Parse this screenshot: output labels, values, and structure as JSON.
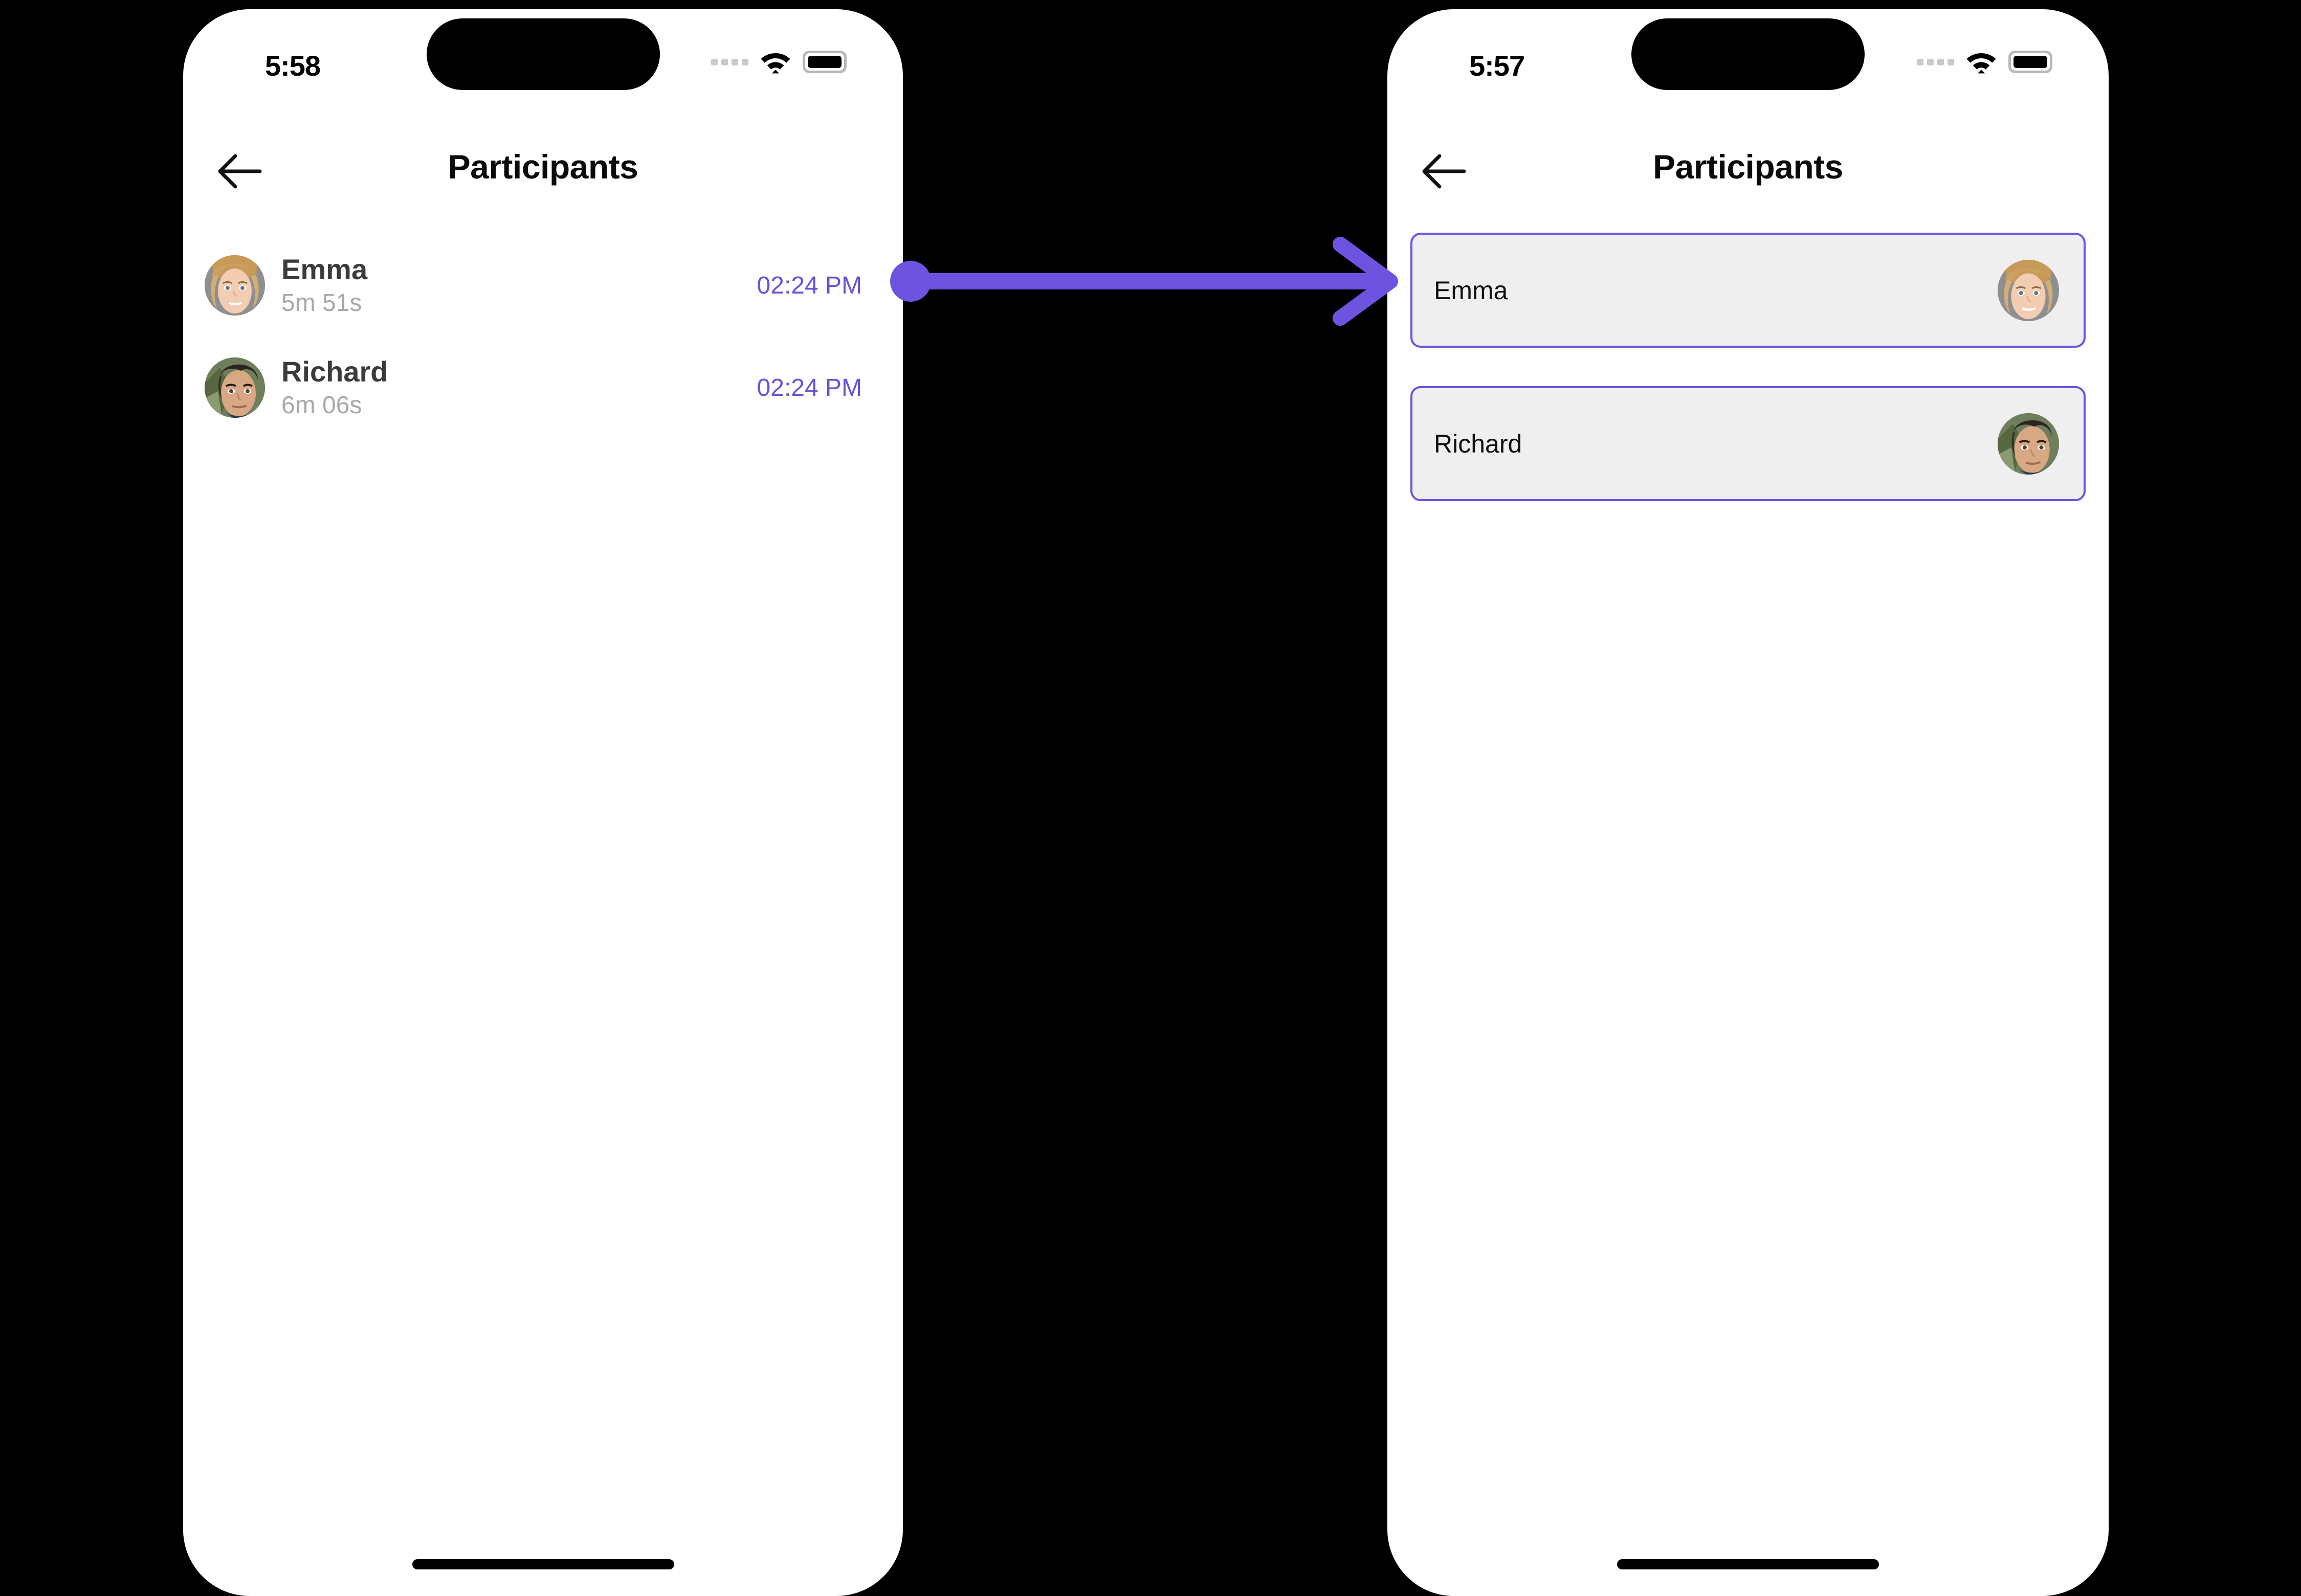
{
  "theme": {
    "accent": "#6652d9",
    "arrow_color": "#6d53e0",
    "card_bg": "#efefef",
    "page_bg": "#000000",
    "screen_bg": "#ffffff",
    "name_color": "#3b3b3b",
    "duration_color": "#a8a8a8"
  },
  "screens": [
    {
      "id": "before",
      "status_bar": {
        "time": "5:58",
        "cellular_icon": "cellular-dots-icon",
        "wifi_icon": "wifi-icon",
        "battery_icon": "battery-full-icon"
      },
      "nav": {
        "back_icon": "arrow-left-icon",
        "title": "Participants"
      },
      "participants": [
        {
          "name": "Emma",
          "duration": "5m 51s",
          "time": "02:24 PM",
          "avatar": "avatar-emma"
        },
        {
          "name": "Richard",
          "duration": "6m 06s",
          "time": "02:24 PM",
          "avatar": "avatar-richard"
        }
      ]
    },
    {
      "id": "after",
      "status_bar": {
        "time": "5:57",
        "cellular_icon": "cellular-dots-icon",
        "wifi_icon": "wifi-icon",
        "battery_icon": "battery-full-icon"
      },
      "nav": {
        "back_icon": "arrow-left-icon",
        "title": "Participants"
      },
      "participants": [
        {
          "name": "Emma",
          "avatar": "avatar-emma"
        },
        {
          "name": "Richard",
          "avatar": "avatar-richard"
        }
      ]
    }
  ],
  "connector": {
    "type": "action-arrow",
    "direction": "left-to-right",
    "start_marker": "dot",
    "end_marker": "arrowhead"
  }
}
